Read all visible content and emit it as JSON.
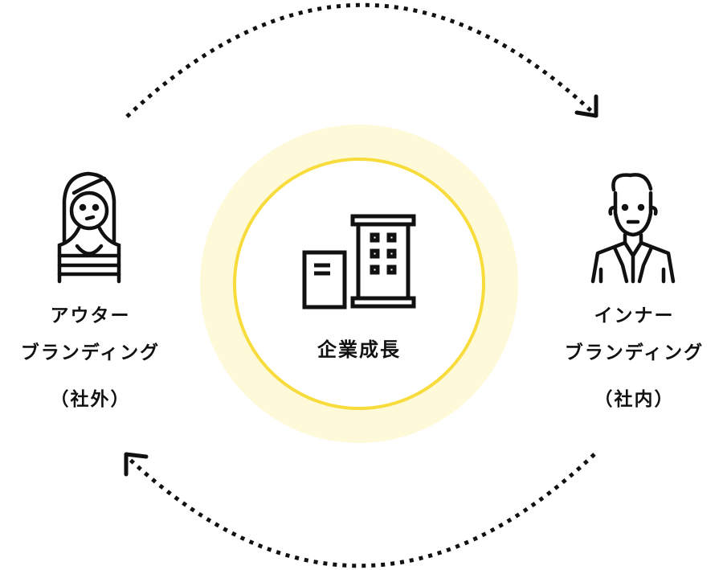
{
  "center": {
    "label": "企業成長",
    "icon": "office-building-icon"
  },
  "left": {
    "line1": "アウター",
    "line2": "ブランディング",
    "line3": "（社外）",
    "icon": "woman-avatar-icon"
  },
  "right": {
    "line1": "インナー",
    "line2": "ブランディング",
    "line3": "（社内）",
    "icon": "businessman-avatar-icon"
  },
  "colors": {
    "ring": "#f7dc3c",
    "glow": "#fdf9d9",
    "ink": "#111111"
  }
}
